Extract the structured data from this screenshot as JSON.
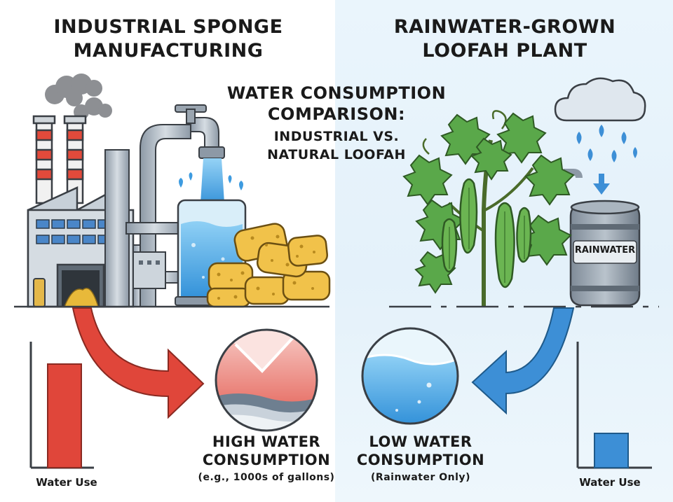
{
  "header": {
    "left_title_line1": "INDUSTRIAL SPONGE",
    "left_title_line2": "MANUFACTURING",
    "right_title_line1": "RAINWATER-GROWN",
    "right_title_line2": "LOOFAH PLANT",
    "center_title_line1": "WATER CONSUMPTION",
    "center_title_line2": "COMPARISON:",
    "center_subtitle_line1": "INDUSTRIAL VS.",
    "center_subtitle_line2": "NATURAL LOOFAH"
  },
  "industrial": {
    "metric_line1": "HIGH WATER",
    "metric_line2": "CONSUMPTION",
    "note": "(e.g., 1000s of gallons)",
    "axis_label": "Water Use",
    "water_use_level": 0.82
  },
  "natural": {
    "metric_line1": "LOW WATER",
    "metric_line2": "CONSUMPTION",
    "note": "(Rainwater Only)",
    "axis_label": "Water Use",
    "water_use_level": 0.27,
    "barrel_label": "RAINWATER"
  },
  "colors": {
    "high_red": "#e0463a",
    "low_blue": "#3d8fd6",
    "leaf_green": "#5aa84a",
    "pipe_gray": "#a9b4bf"
  },
  "icons": [
    "factory-icon",
    "faucet-icon",
    "water-tank-icon",
    "sponge-pile-icon",
    "cloud-icon",
    "raindrops-icon",
    "rain-barrel-icon",
    "loofah-vine-icon",
    "red-arrow-icon",
    "blue-arrow-icon",
    "drained-water-gauge-icon",
    "full-water-gauge-icon"
  ]
}
